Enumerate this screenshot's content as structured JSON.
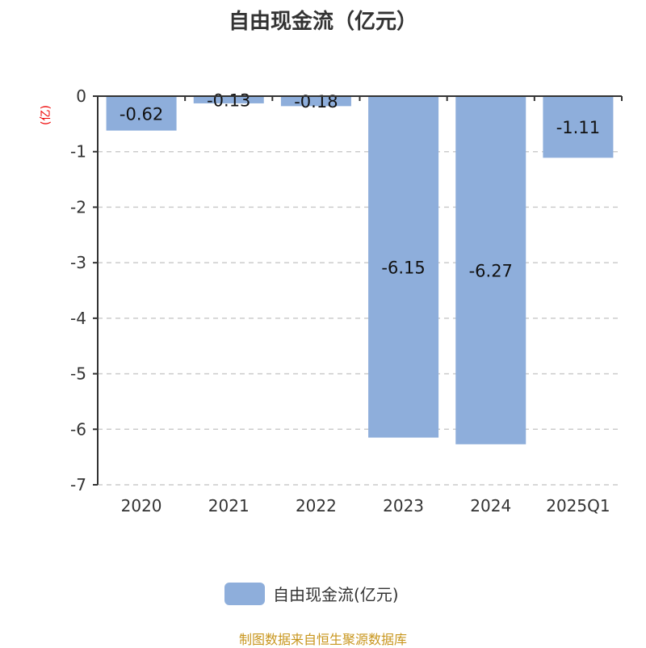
{
  "chart_data": {
    "type": "bar",
    "title": "自由现金流（亿元）",
    "ylabel": "(亿)",
    "xlabel": "",
    "categories": [
      "2020",
      "2021",
      "2022",
      "2023",
      "2024",
      "2025Q1"
    ],
    "series": [
      {
        "name": "自由现金流(亿元)",
        "values": [
          -0.62,
          -0.13,
          -0.18,
          -6.15,
          -6.27,
          -1.11
        ]
      }
    ],
    "value_labels": [
      "-0.62",
      "-0.13",
      "-0.18",
      "-6.15",
      "-6.27",
      "-1.11"
    ],
    "ylim": [
      -7,
      0
    ],
    "yticks": [
      "0",
      "-1",
      "-2",
      "-3",
      "-4",
      "-5",
      "-6",
      "-7"
    ],
    "grid": true,
    "legend": "bottom-center",
    "bar_color": "#8eaedb"
  },
  "footer": "制图数据来自恒生聚源数据库"
}
